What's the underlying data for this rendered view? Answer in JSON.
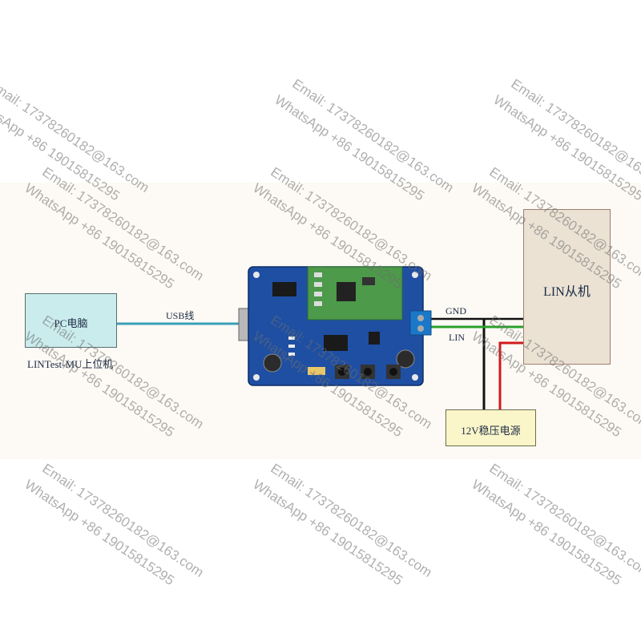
{
  "nodes": {
    "pc": {
      "label": "PC电脑",
      "caption": "LINTest-MU上位机"
    },
    "lin_slave": {
      "label": "LIN从机"
    },
    "power_supply": {
      "label": "12V稳压电源"
    }
  },
  "edges": {
    "usb": {
      "label": "USB线",
      "color": "#3a9fb8"
    },
    "gnd": {
      "label": "GND",
      "color": "#111111"
    },
    "lin": {
      "label": "LIN",
      "color": "#2aa12a"
    },
    "power": {
      "color": "#d21a1a"
    }
  },
  "watermarks": [
    "Email: 17378260182@163.com",
    "WhatsApp +86 19015815295"
  ],
  "colors": {
    "board": "#1e4fa3",
    "module": "#4c9a4a",
    "pc_fill": "#cbeced",
    "lin_fill": "#ebe2d4",
    "psu_fill": "#fbf6c9"
  }
}
